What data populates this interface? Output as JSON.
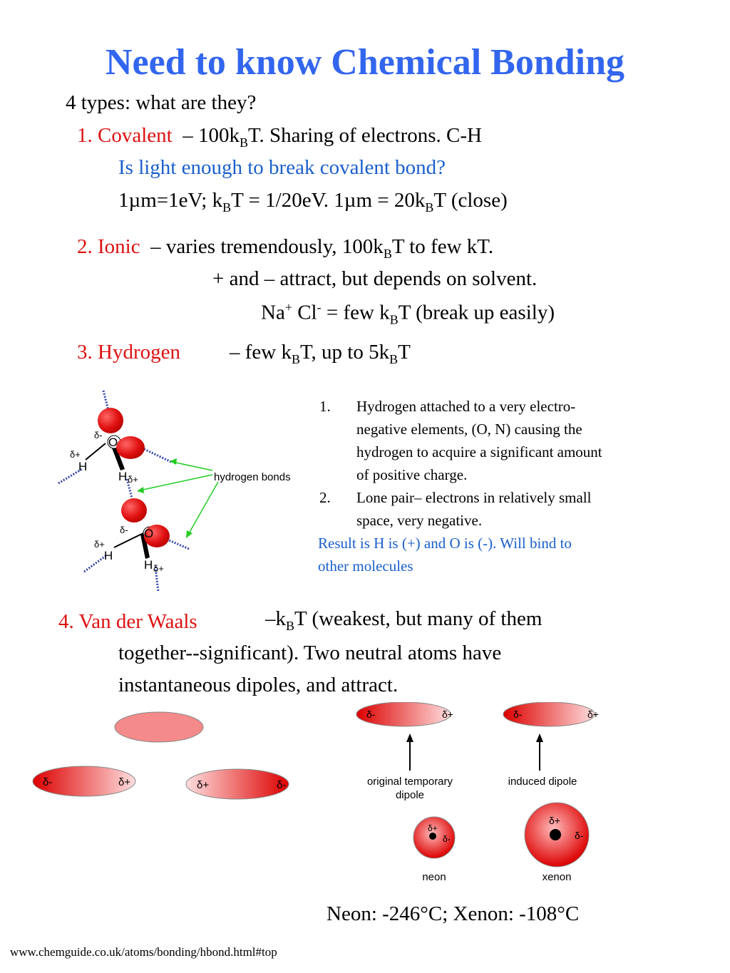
{
  "title": "Need to know Chemical Bonding",
  "intro": "4 types: what are they?",
  "covalent": {
    "label": "1. Covalent",
    "desc_a": "– 100k",
    "desc_sub": "B",
    "desc_b": "T. Sharing of electrons. C-H",
    "question": "Is light enough to break covalent bond?",
    "calc_a": "1µm=1eV; k",
    "calc_sub1": "B",
    "calc_b": "T = 1/20eV.  1µm = 20k",
    "calc_sub2": "B",
    "calc_c": "T (close)"
  },
  "ionic": {
    "label": "2. Ionic",
    "desc_a": "– varies tremendously, 100k",
    "desc_sub": "B",
    "desc_b": "T to few kT.",
    "line2": "+ and – attract, but depends on solvent.",
    "na": "Na",
    "na_sup": "+",
    "cl": " Cl",
    "cl_sup": "-",
    "line3_a": " = few k",
    "line3_sub": "B",
    "line3_b": "T (break up easily)"
  },
  "hydrogen": {
    "label": "3. Hydrogen",
    "desc_a": "– few k",
    "desc_sub1": "B",
    "desc_b": "T, up to 5k",
    "desc_sub2": "B",
    "desc_c": "T",
    "points": [
      {
        "num": "1.",
        "lines": [
          "Hydrogen attached to a very electro-",
          "negative elements, (O, N) causing the",
          "hydrogen to acquire a significant amount",
          "of positive charge."
        ]
      },
      {
        "num": "2.",
        "lines": [
          "Lone pair– electrons in relatively small",
          "space, very negative."
        ]
      }
    ],
    "result_lines": [
      "Result is H is (+) and O is (-). Will bind to",
      "other molecules"
    ],
    "diagram": {
      "bonds_label": "hydrogen bonds",
      "delta_minus": "δ-",
      "delta_plus": "δ+",
      "o": "O",
      "h": "H"
    }
  },
  "vdw": {
    "label": "4. Van der Waals",
    "desc_a": "–k",
    "desc_sub": "B",
    "desc_b": "T (weakest, but many of them",
    "line2": "together--significant). Two neutral atoms have",
    "line3": "instantaneous dipoles, and attract.",
    "diagram": {
      "delta_minus": "δ-",
      "delta_plus": "δ+",
      "temp_dipole_1": "original temporary",
      "temp_dipole_2": "dipole",
      "induced": "induced dipole",
      "neon": "neon",
      "xenon": "xenon"
    },
    "temps": "Neon: -246°C; Xenon: -108°C"
  },
  "source_url": "www.chemguide.co.uk/atoms/bonding/hbond.html#top",
  "colors": {
    "title": "#3366ee",
    "label_red": "#dd1111",
    "note_blue": "#1a5fcc",
    "atom_red": "#e01010"
  }
}
